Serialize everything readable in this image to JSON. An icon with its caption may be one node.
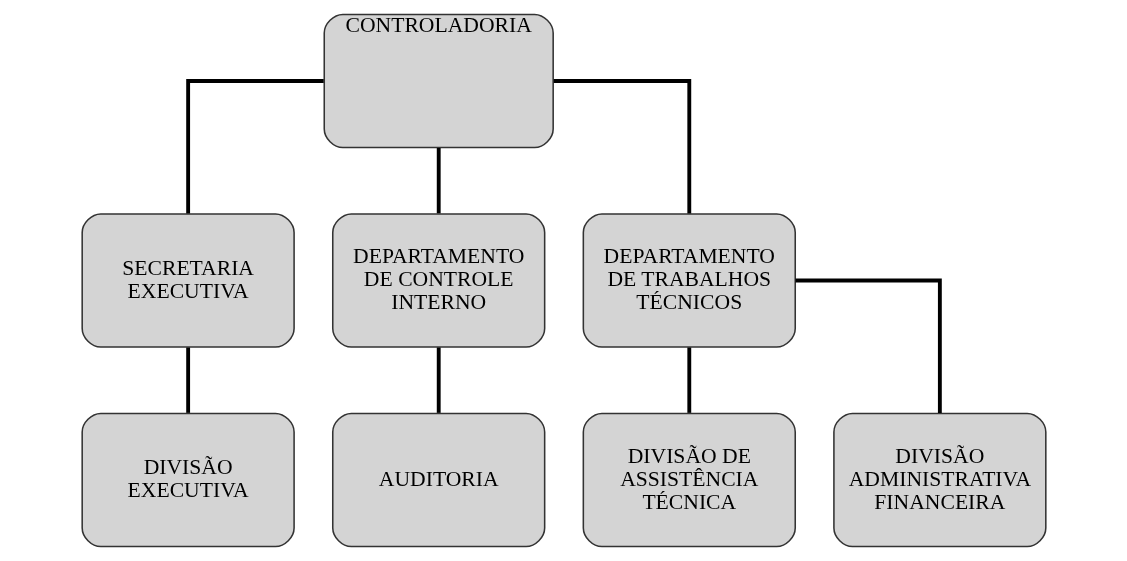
{
  "diagram": {
    "nodes": [
      {
        "text": [
          "CONTROLADORIA"
        ]
      },
      {
        "text": [
          "SECRETARIA EXECUTIVA"
        ]
      },
      {
        "text": [
          "DEPARTAMENTO DE CONTROLE INTERNO"
        ]
      },
      {
        "text": [
          "DEPARTAMENTO DE TRABALHOS TÉCNICOS"
        ]
      },
      {
        "text": [
          "DIVISÃO EXECUTIVA"
        ]
      },
      {
        "text": [
          "AUDITORIA"
        ]
      },
      {
        "text": [
          "DIVISÃO DE ASSISTÊNCIA TÉCNICA"
        ]
      },
      {
        "text": [
          "DIVISÃO ADMINISTRATIVA FINANCEIRA"
        ]
      }
    ],
    "edges": [
      {
        "from": 0,
        "to": 1,
        "arrow": "none"
      },
      {
        "from": 0,
        "to": 2,
        "arrow": "none"
      },
      {
        "from": 0,
        "to": 3,
        "arrow": "none"
      },
      {
        "from": 1,
        "to": 4,
        "arrow": "none"
      },
      {
        "from": 2,
        "to": 5,
        "arrow": "none"
      },
      {
        "from": 3,
        "to": 6,
        "arrow": "none"
      },
      {
        "from": 3,
        "to": 7,
        "arrow": "none"
      }
    ]
  }
}
